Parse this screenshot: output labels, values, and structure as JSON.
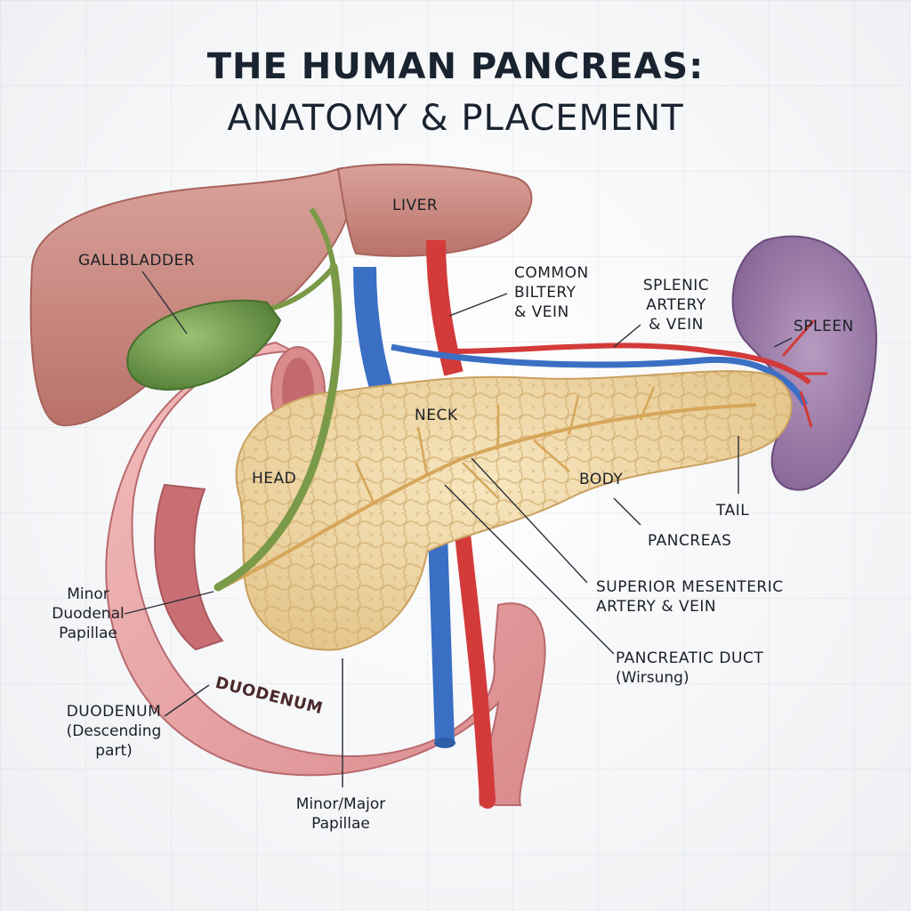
{
  "title": {
    "line1": "THE HUMAN PANCREAS:",
    "line2": "ANATOMY & PLACEMENT"
  },
  "labels": {
    "liver": "LIVER",
    "gallbladder": "GALLBLADDER",
    "common_biltery_1": "COMMON",
    "common_biltery_2": "BILTERY",
    "common_biltery_3": "& VEIN",
    "splenic_1": "SPLENIC",
    "splenic_2": "ARTERY",
    "splenic_3": "& VEIN",
    "spleen": "SPLEEN",
    "neck": "NECK",
    "head": "HEAD",
    "body": "BODY",
    "tail": "TAIL",
    "pancreas": "PANCREAS",
    "superior_mesenteric_1": "SUPERIOR MESENTERIC",
    "superior_mesenteric_2": "ARTERY & VEIN",
    "pancreatic_duct_1": "PANCREATIC DUCT",
    "pancreatic_duct_2": "(Wirsung)",
    "minor_duodenal_1": "Minor",
    "minor_duodenal_2": "Duodenal",
    "minor_duodenal_3": "Papillae",
    "duodenum_on_organ": "DUODENUM",
    "duodenum_1": "DUODENUM",
    "duodenum_2": "(Descending",
    "duodenum_3": "part)",
    "papillae_1": "Minor/Major",
    "papillae_2": "Papillae"
  },
  "colors": {
    "liver": "#c98a82",
    "gallbladder": "#6f9a4a",
    "duodenum": "#e8a5a5",
    "pancreas": "#efd6a2",
    "spleen": "#9a7aa6",
    "artery": "#d33a3a",
    "vein": "#3a6fc4",
    "bile_duct": "#7a9a48"
  }
}
